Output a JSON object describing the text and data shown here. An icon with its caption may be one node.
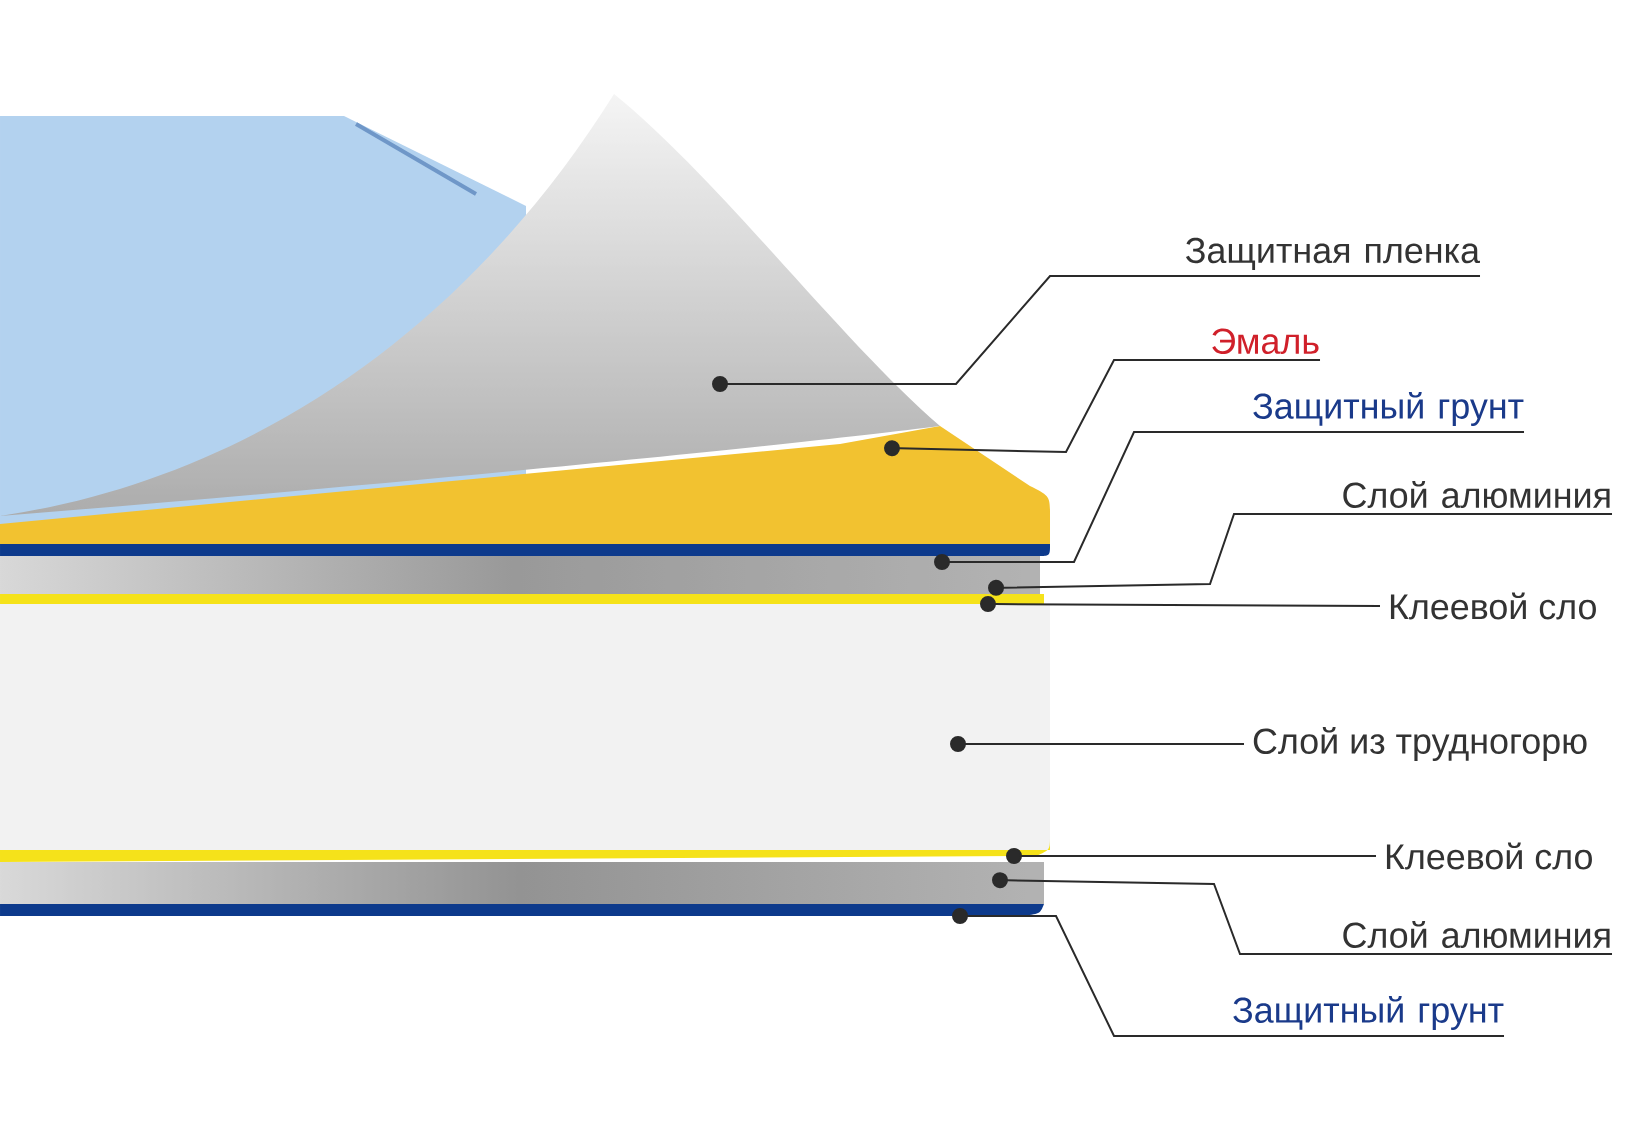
{
  "diagram": {
    "nodes": [
      {
        "text": [
          "Защитная пленка"
        ]
      },
      {
        "text": [
          "Эмаль"
        ]
      },
      {
        "text": [
          "Защитный грунт"
        ]
      },
      {
        "text": [
          "Слой алюминия"
        ]
      },
      {
        "text": [
          "Клеевой сло"
        ]
      },
      {
        "text": [
          "Слой из трудногорю"
        ]
      },
      {
        "text": [
          "Клеевой сло"
        ]
      },
      {
        "text": [
          "Слой алюминия"
        ]
      },
      {
        "text": [
          "Защитный грунт"
        ]
      }
    ],
    "edges": [
      {
        "from": 0,
        "to": null,
        "arrow": "other"
      },
      {
        "from": 1,
        "to": null,
        "arrow": "other"
      },
      {
        "from": 2,
        "to": null,
        "arrow": "other"
      },
      {
        "from": 3,
        "to": null,
        "arrow": "other"
      },
      {
        "from": 4,
        "to": null,
        "arrow": "other"
      },
      {
        "from": 5,
        "to": null,
        "arrow": "other"
      },
      {
        "from": 6,
        "to": null,
        "arrow": "other"
      },
      {
        "from": 7,
        "to": null,
        "arrow": "other"
      },
      {
        "from": 8,
        "to": null,
        "arrow": "other"
      }
    ]
  }
}
